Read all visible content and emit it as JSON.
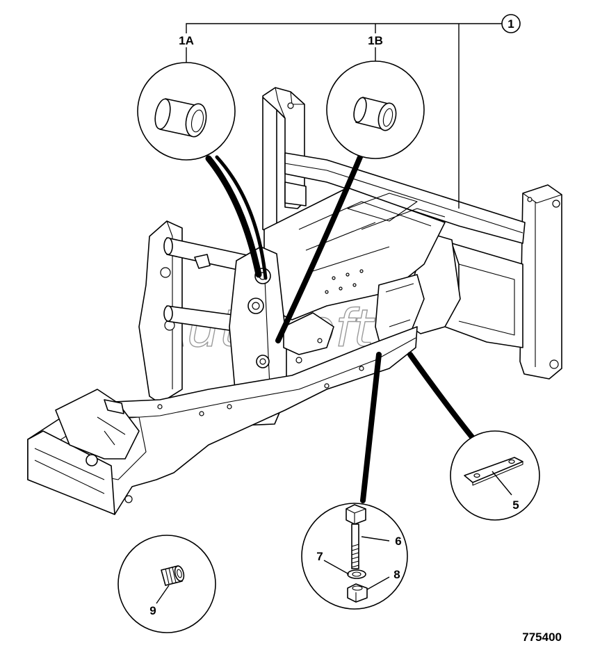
{
  "labels": {
    "assembly": "1",
    "bush_a": "1A",
    "bush_b": "1B",
    "plate": "5",
    "bolt": "6",
    "washer": "7",
    "nut": "8",
    "grease_nipple": "9"
  },
  "figure_number": "775400",
  "watermark": "AutoSoft",
  "icons": {
    "frame": "chassis-frame-icon",
    "bush": "bush-icon",
    "bolt": "bolt-icon",
    "washer": "washer-icon",
    "nut": "nut-icon",
    "plate": "shim-plate-icon",
    "nipple": "grease-nipple-icon"
  }
}
